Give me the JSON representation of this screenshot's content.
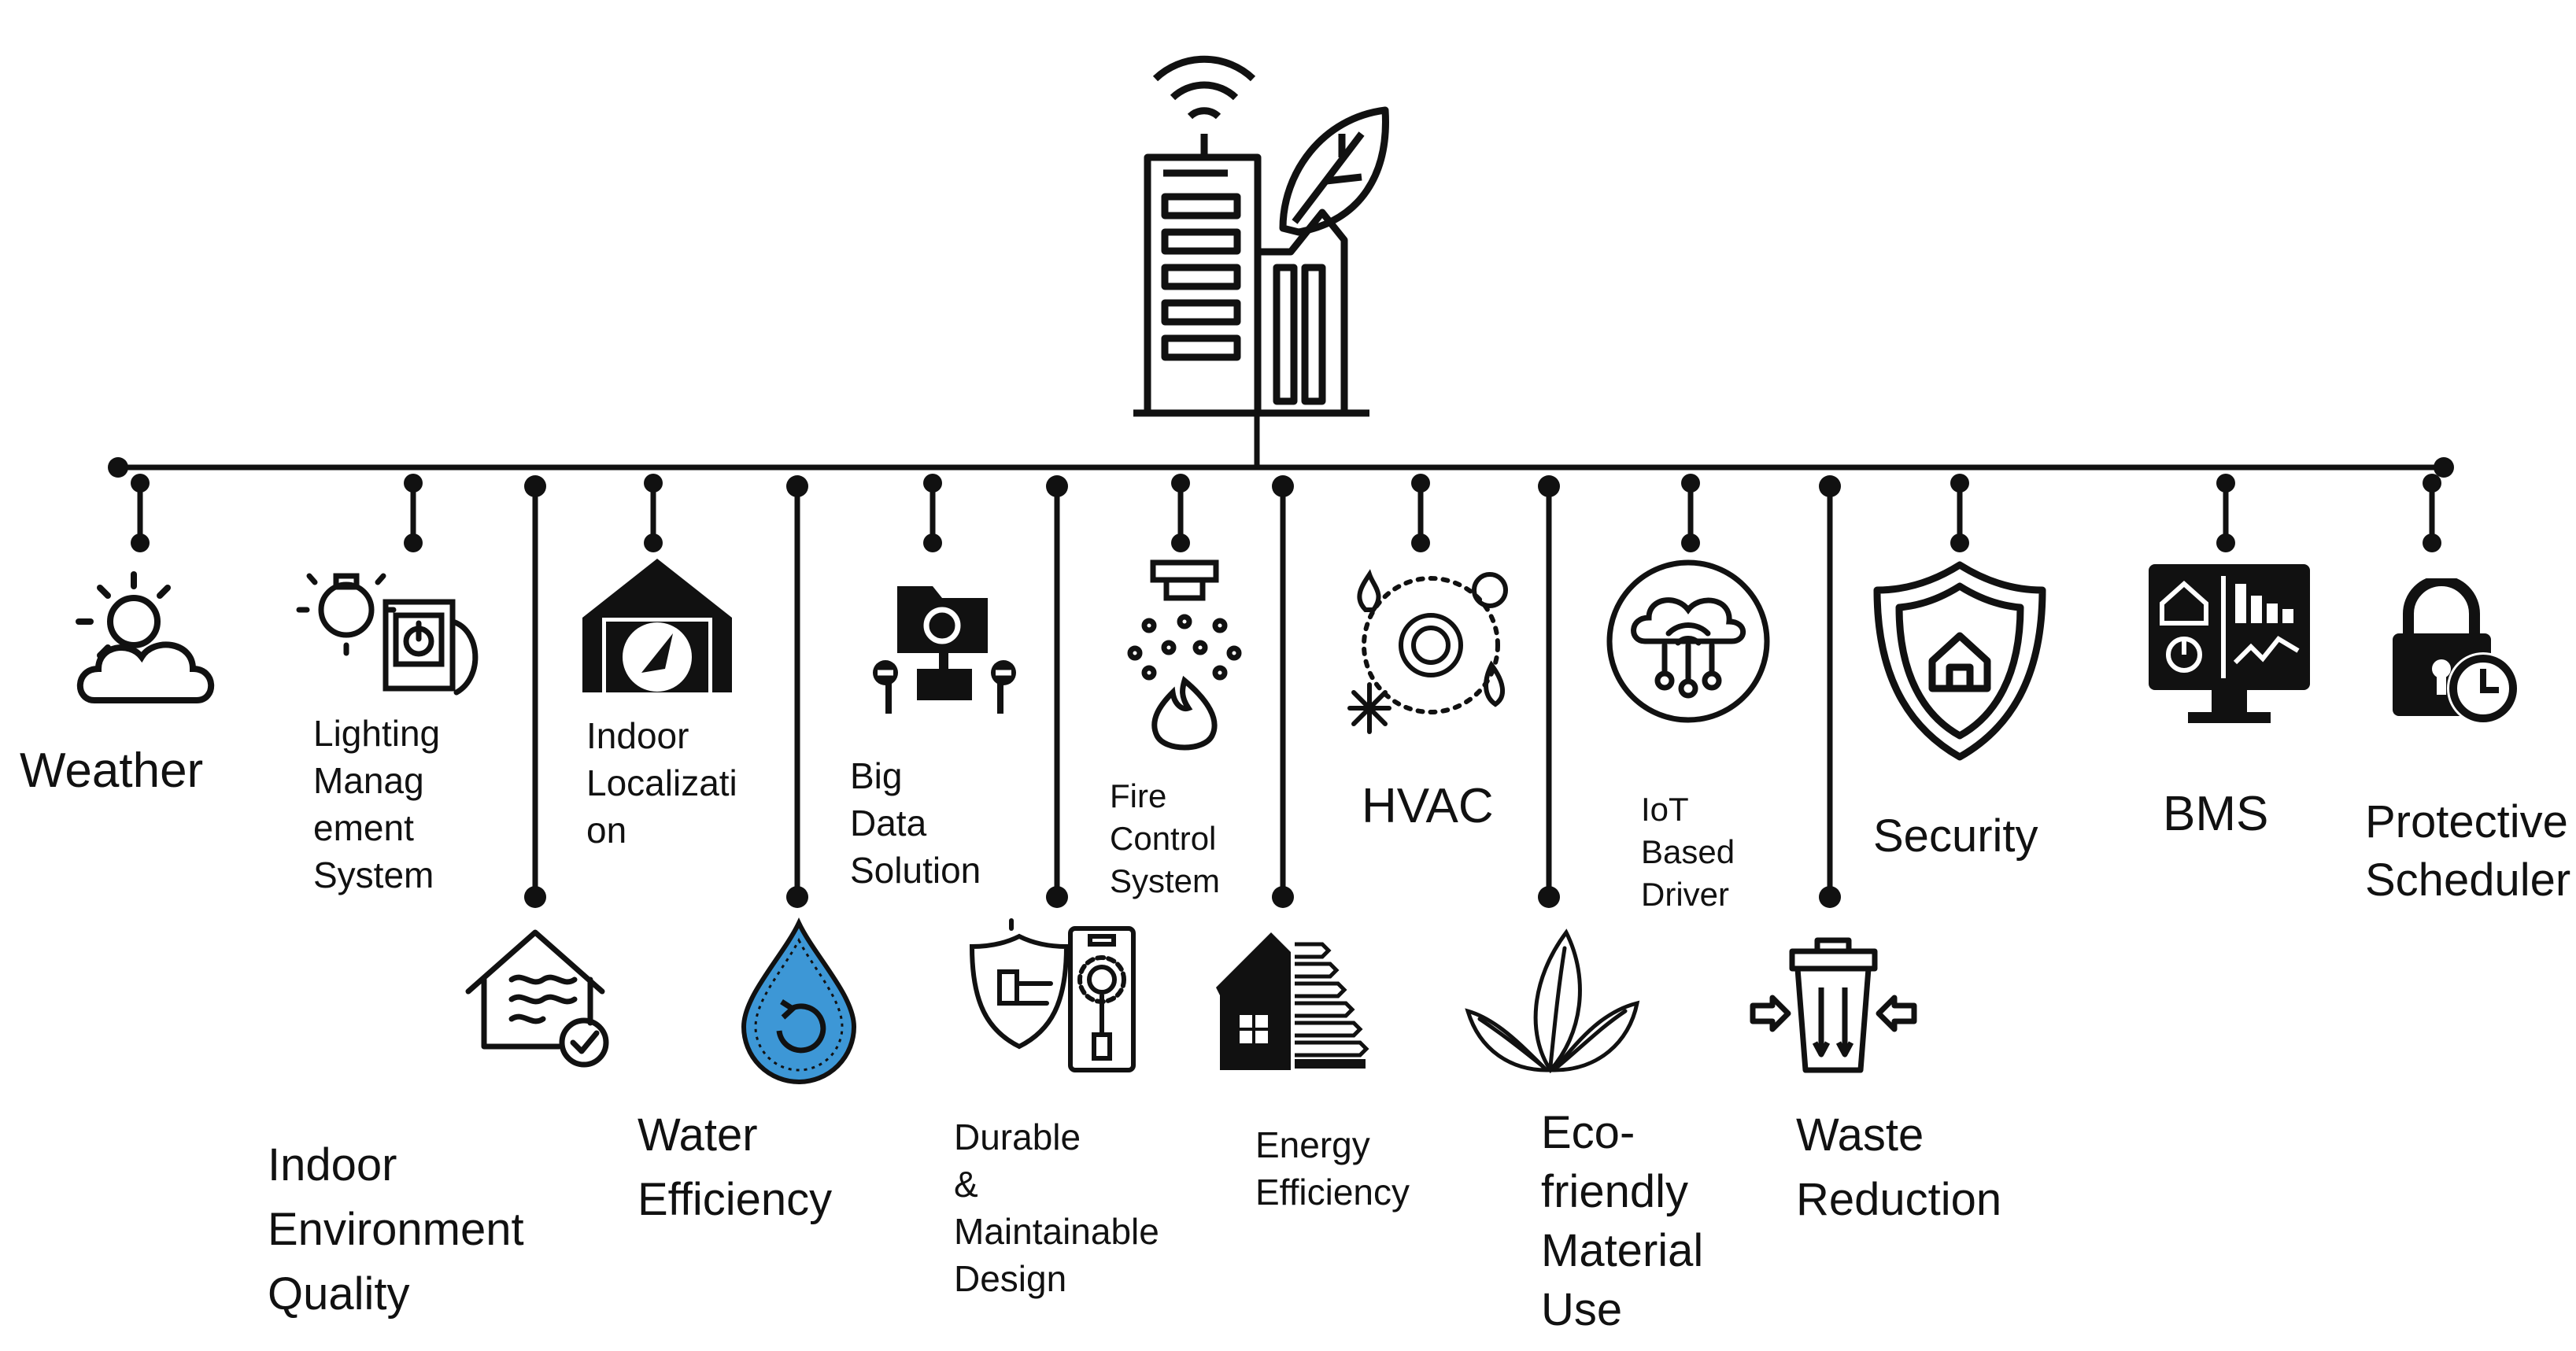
{
  "diagram": {
    "labels": {
      "weather": "Weather",
      "lighting": "Lighting\nManag\nement\nSystem",
      "indoor_localization": "Indoor\nLocalizati\non",
      "big_data": "Big\nData\nSolution",
      "fire_control": "Fire\nControl\nSystem",
      "hvac": "HVAC",
      "iot_driver": "IoT\nBased\nDriver",
      "security": "Security",
      "bms": "BMS",
      "protective_scheduler": "Protective\nScheduler",
      "indoor_env_quality": "Indoor\nEnvironment\nQuality",
      "water_efficiency": "Water\nEfficiency",
      "durable_design": "Durable\n&\nMaintainable\nDesign",
      "energy_efficiency": "Energy\nEfficiency",
      "eco_material": "Eco-\nfriendly\nMaterial\nUse",
      "waste_reduction": "Waste\nReduction"
    },
    "colors": {
      "line": "#111111",
      "water_drop": "#3d97d6",
      "icon": "#111111"
    }
  }
}
